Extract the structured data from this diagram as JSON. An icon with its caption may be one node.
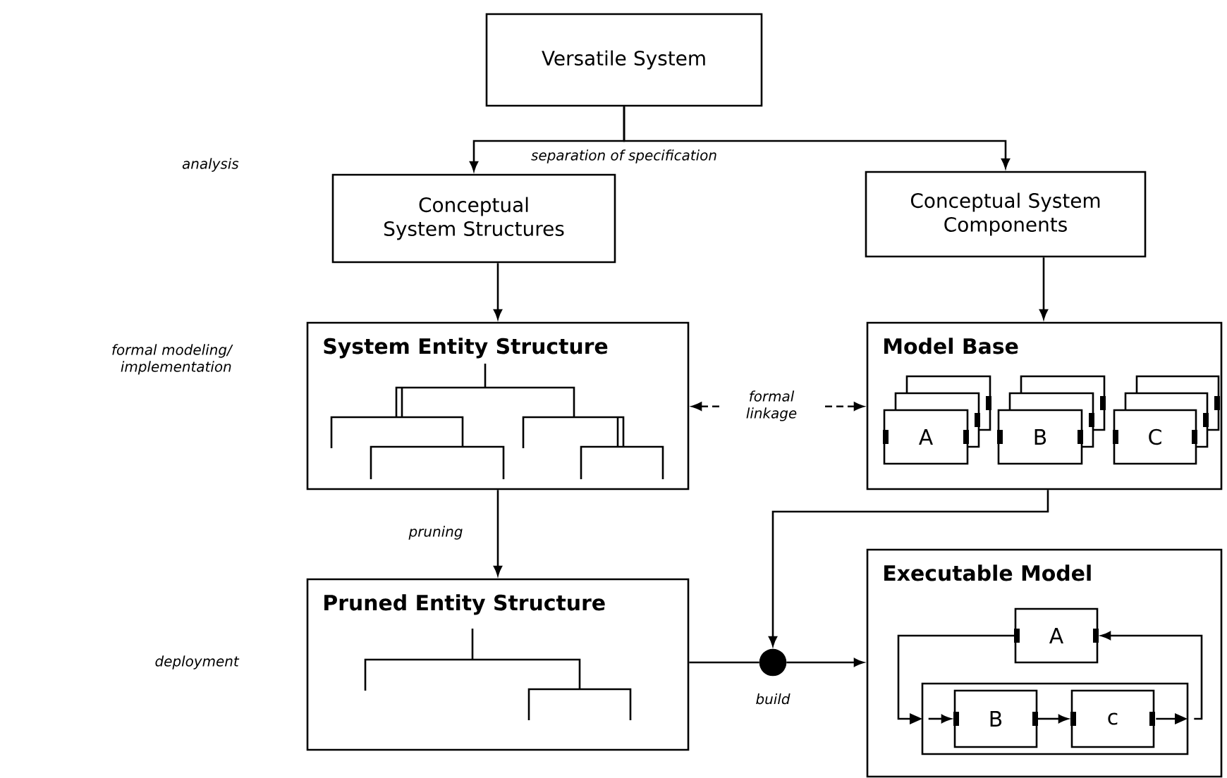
{
  "diagram": {
    "nodes": [
      {
        "text": [
          "Versatile System"
        ]
      },
      {
        "text": [
          "Conceptual System Structures"
        ]
      },
      {
        "text": [
          "Conceptual System Components"
        ]
      },
      {
        "text": [
          "System Entity Structure"
        ]
      },
      {
        "text": [
          "Model Base"
        ]
      },
      {
        "text": [
          "A"
        ],
        "in": 4
      },
      {
        "text": [
          "B"
        ],
        "in": 4
      },
      {
        "text": [
          "C"
        ],
        "in": 4
      },
      {
        "text": [
          "Pruned Entity Structure"
        ]
      },
      {
        "text": [],
        "shape": "circle",
        "beside": [
          "build"
        ]
      },
      {
        "text": [
          "Executable Model"
        ]
      },
      {
        "text": [
          "A"
        ],
        "in": 10
      },
      {
        "text": [],
        "shape": "box",
        "in": 10
      },
      {
        "text": [
          "B"
        ],
        "in": 12
      },
      {
        "text": [
          "c"
        ],
        "in": 12
      }
    ],
    "edges": [
      {
        "from": 0,
        "to": 1,
        "arrow": "to",
        "label": "separation of specification"
      },
      {
        "from": 0,
        "to": 2,
        "arrow": "to"
      },
      {
        "from": 1,
        "to": 3,
        "arrow": "to"
      },
      {
        "from": 2,
        "to": 4,
        "arrow": "to"
      },
      {
        "from": 3,
        "to": 4,
        "arrow": "both",
        "style": "dashed",
        "label": "formal linkage"
      },
      {
        "from": 3,
        "to": 8,
        "arrow": "to",
        "label": "pruning"
      },
      {
        "from": 4,
        "to": 9,
        "arrow": "to"
      },
      {
        "from": 8,
        "to": 9,
        "arrow": "none"
      },
      {
        "from": 9,
        "to": 10,
        "arrow": "to"
      },
      {
        "from": 11,
        "to": 12,
        "arrow": "to"
      },
      {
        "from": 12,
        "to": 13,
        "arrow": "to"
      },
      {
        "from": 13,
        "to": 14,
        "arrow": "to"
      },
      {
        "from": 14,
        "to": 12,
        "arrow": "to"
      },
      {
        "from": 12,
        "to": 11,
        "arrow": "to"
      }
    ],
    "labels": [
      "analysis",
      "formal modeling/ implementation",
      "deployment"
    ]
  }
}
